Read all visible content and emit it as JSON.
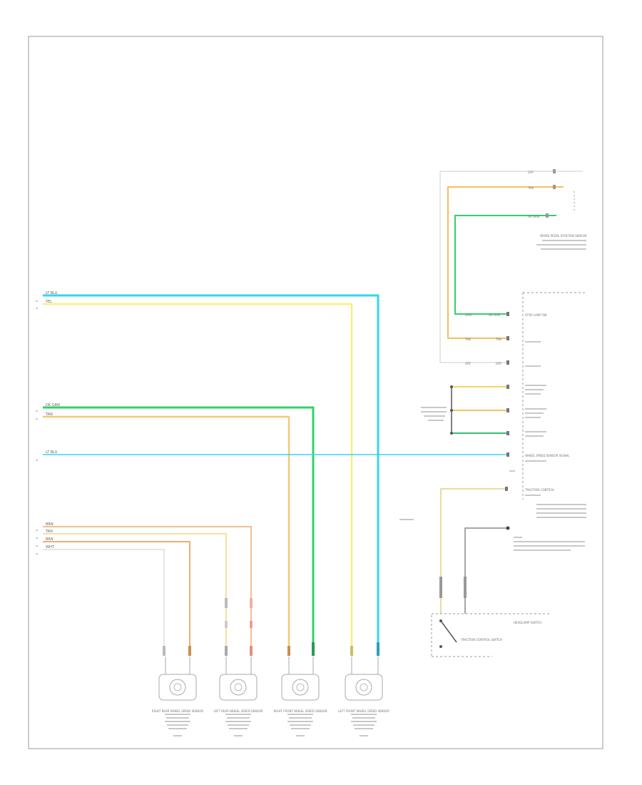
{
  "footer_id": "",
  "colors": {
    "light_blue": "#33d6f0",
    "yellow": "#f5f080",
    "green": "#33d06a",
    "tan": "#f5c878",
    "orange": "#f5a060",
    "pink": "#f0c0b0",
    "white_wire": "#dddddd",
    "frame": "#9a9a9a"
  },
  "wires_left": [
    {
      "text": "LT BLU"
    },
    {
      "text": "YEL"
    },
    {
      "text": "DK GRN"
    },
    {
      "text": "TAN"
    },
    {
      "text": "LT BLU"
    },
    {
      "text": "BRN"
    },
    {
      "text": "TAN"
    },
    {
      "text": "BRN"
    },
    {
      "text": "WHT"
    }
  ],
  "sensors": [
    {
      "label": "RIGHT REAR WHEEL SPEED SENSOR"
    },
    {
      "label": "LEFT REAR WHEEL SPEED SENSOR"
    },
    {
      "label": "RIGHT FRONT WHEEL SPEED SENSOR"
    },
    {
      "label": "LEFT FRONT WHEEL SPEED SENSOR"
    }
  ],
  "right_components": {
    "brake_pedal_position_sensor": "BRAKE PEDAL POSITION SENSOR",
    "stop_lamp_switch": "STOP LAMP SW",
    "wheel_speed_sensor_signal": "WHEEL SPEED SENSOR SIGNAL",
    "traction_control": "TRACTION CONTROL",
    "headlamp_switch": "HEADLAMP SWITCH",
    "traction_control_switch": "TRACTION CONTROL SWITCH"
  }
}
